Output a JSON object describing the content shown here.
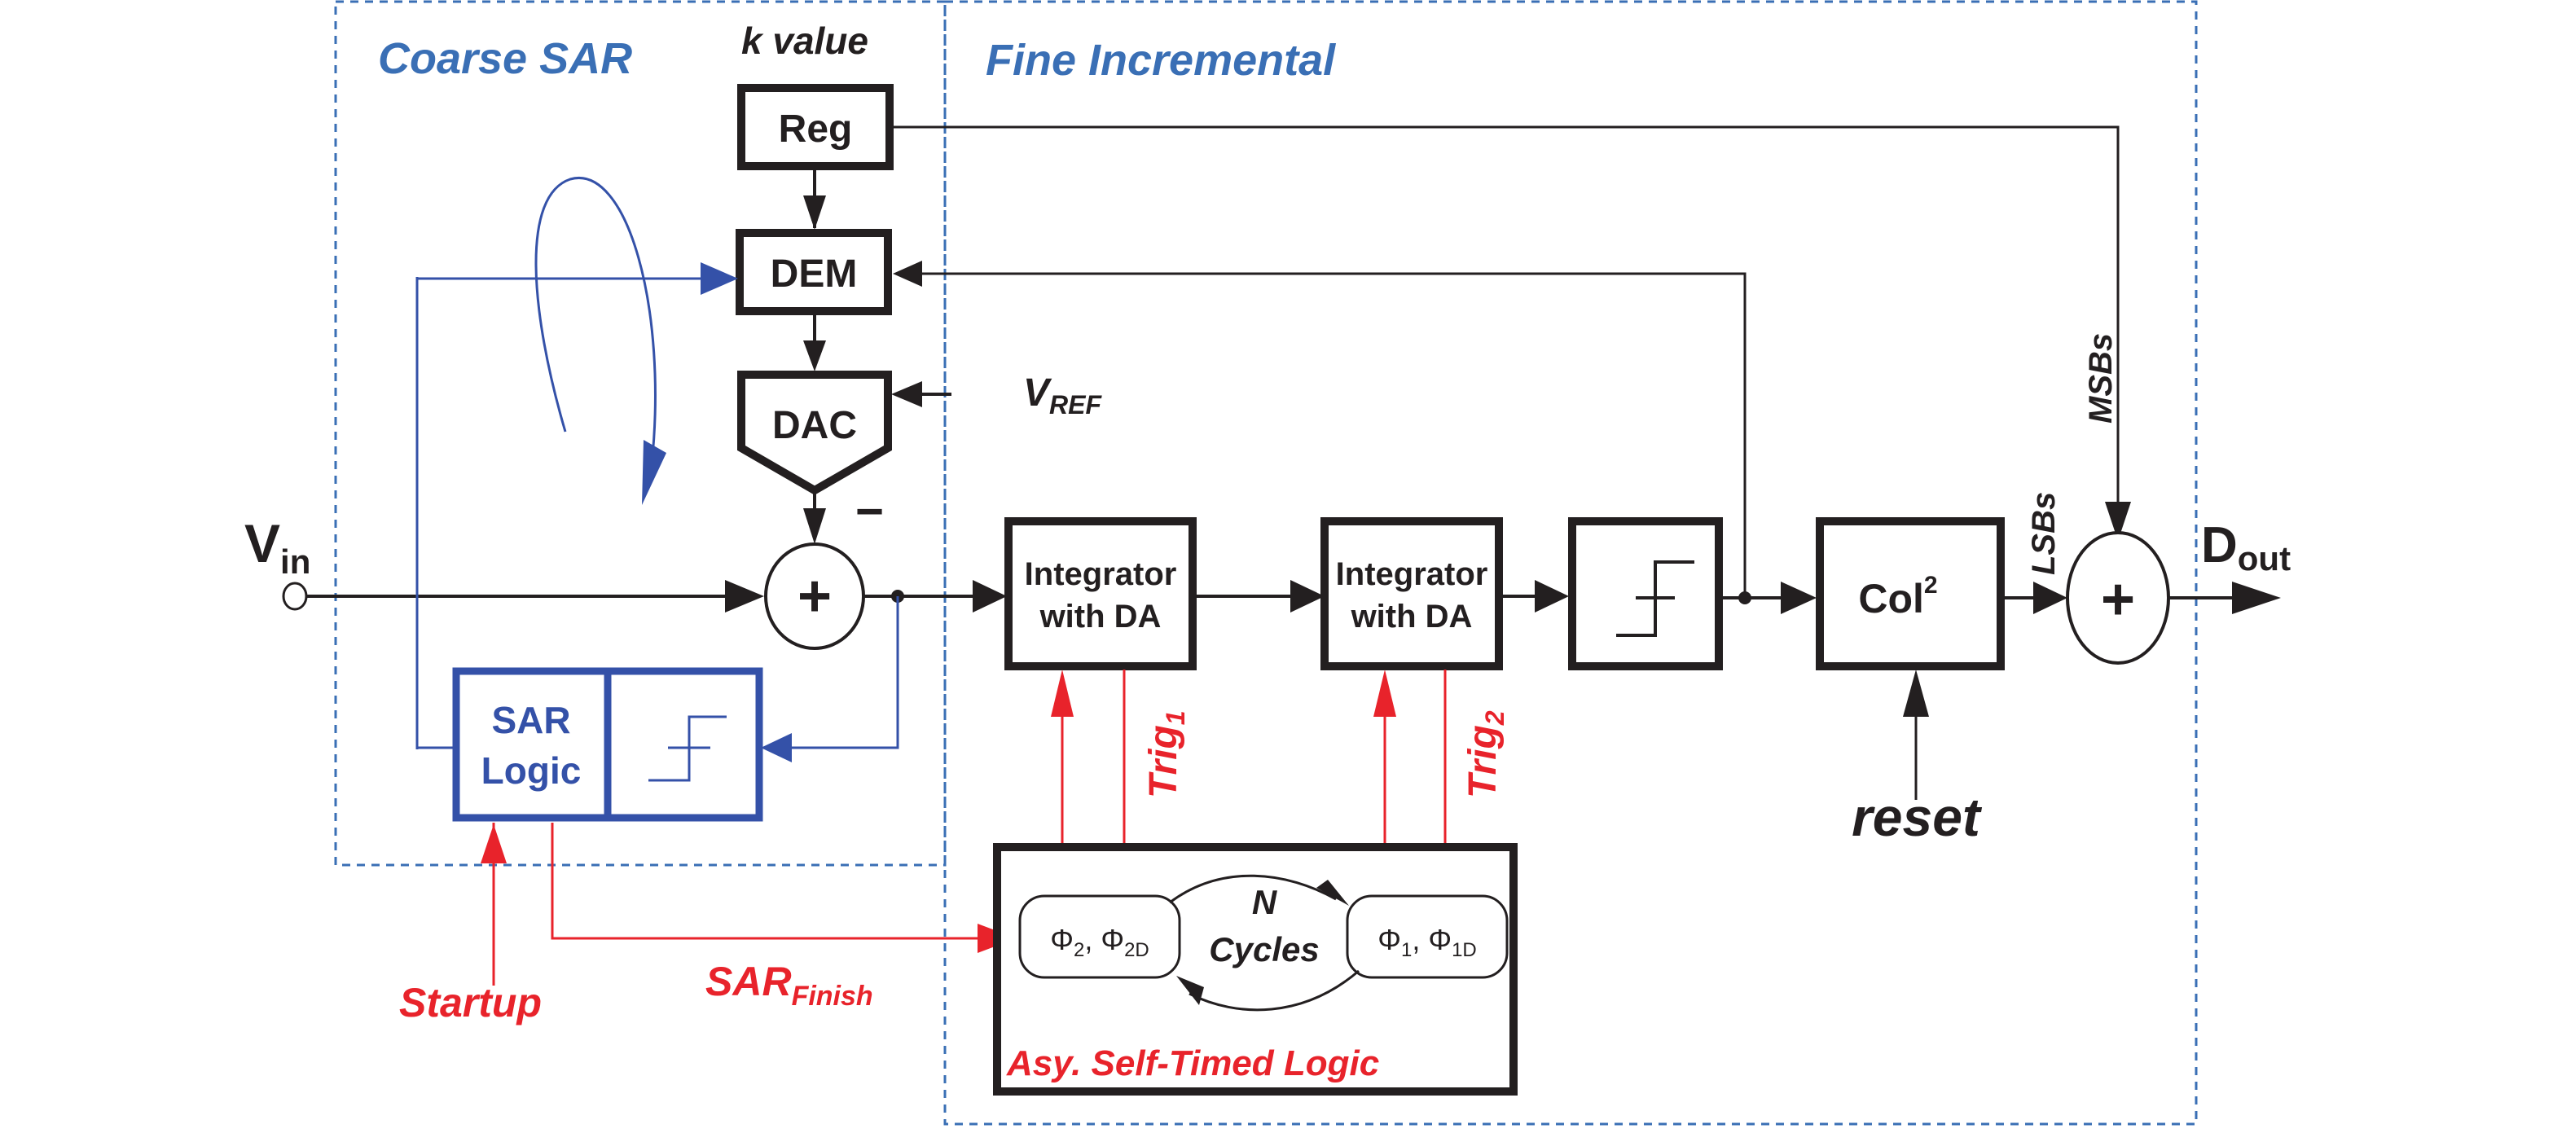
{
  "regions": {
    "coarse": "Coarse SAR",
    "fine": "Fine Incremental"
  },
  "labels": {
    "k_value": "k value",
    "reg": "Reg",
    "dem": "DEM",
    "dac": "DAC",
    "vref_main": "V",
    "vref_sub": "REF",
    "minus": "−",
    "plus": "+",
    "vin_main": "V",
    "vin_sub": "in",
    "int1_l1": "Integrator",
    "int1_l2": "with DA",
    "int2_l1": "Integrator",
    "int2_l2": "with DA",
    "col_main": "Col",
    "col_sup": "2",
    "lsbs": "LSBs",
    "msbs": "MSBs",
    "dout_main": "D",
    "dout_sub": "out",
    "reset": "reset",
    "sar_l1": "SAR",
    "sar_l2": "Logic",
    "trig1_main": "Trig",
    "trig1_sub": "1",
    "trig2_main": "Trig",
    "trig2_sub": "2",
    "startup": "Startup",
    "sarfinish_main": "SAR",
    "sarfinish_sub": "Finish",
    "phi2": "Φ",
    "phi2_sub": "2",
    "phi2_sep": ", Φ",
    "phi2d_sub": "2D",
    "phi1": "Φ",
    "phi1_sub": "1",
    "phi1_sep": ", Φ",
    "phi1d_sub": "1D",
    "n": "N",
    "cycles": "Cycles",
    "asy": "Asy. Self-Timed Logic"
  },
  "colors": {
    "black": "#231f20",
    "blue": "#3451a8",
    "region_blue": "#3a6fb5",
    "red": "#e8232b"
  }
}
